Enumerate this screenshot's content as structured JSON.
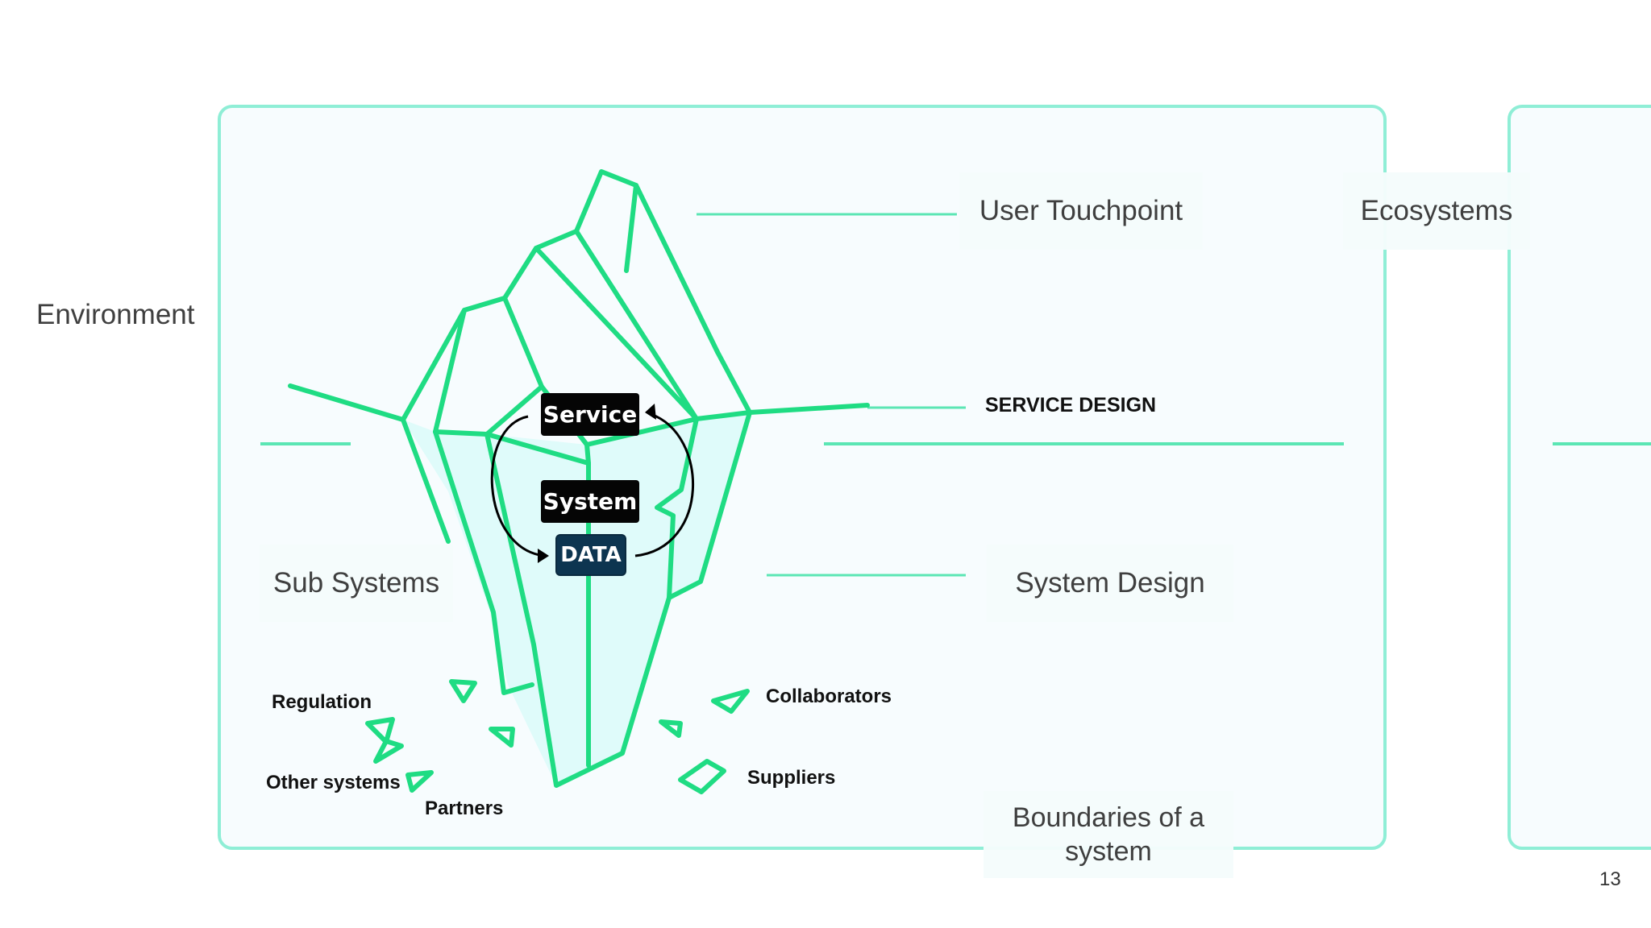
{
  "slide": {
    "environment_label": "Environment",
    "user_touchpoint_label": "User Touchpoint",
    "ecosystems_label": "Ecosystems",
    "service_design_label": "SERVICE DESIGN",
    "system_design_label": "System Design",
    "sub_systems_label": "Sub Systems",
    "boundaries_label": "Boundaries of a system",
    "page_number": "13"
  },
  "iceberg": {
    "service_tag": "Service",
    "system_tag": "System",
    "data_tag": "DATA"
  },
  "fragments": {
    "regulation": "Regulation",
    "other_systems": "Other systems",
    "partners": "Partners",
    "collaborators": "Collaborators",
    "suppliers": "Suppliers"
  },
  "colors": {
    "accent_green": "#1fdc83",
    "boundary_teal": "#7de8cf",
    "ice_fill": "#dcfbfa",
    "data_tag": "#0d3550"
  }
}
